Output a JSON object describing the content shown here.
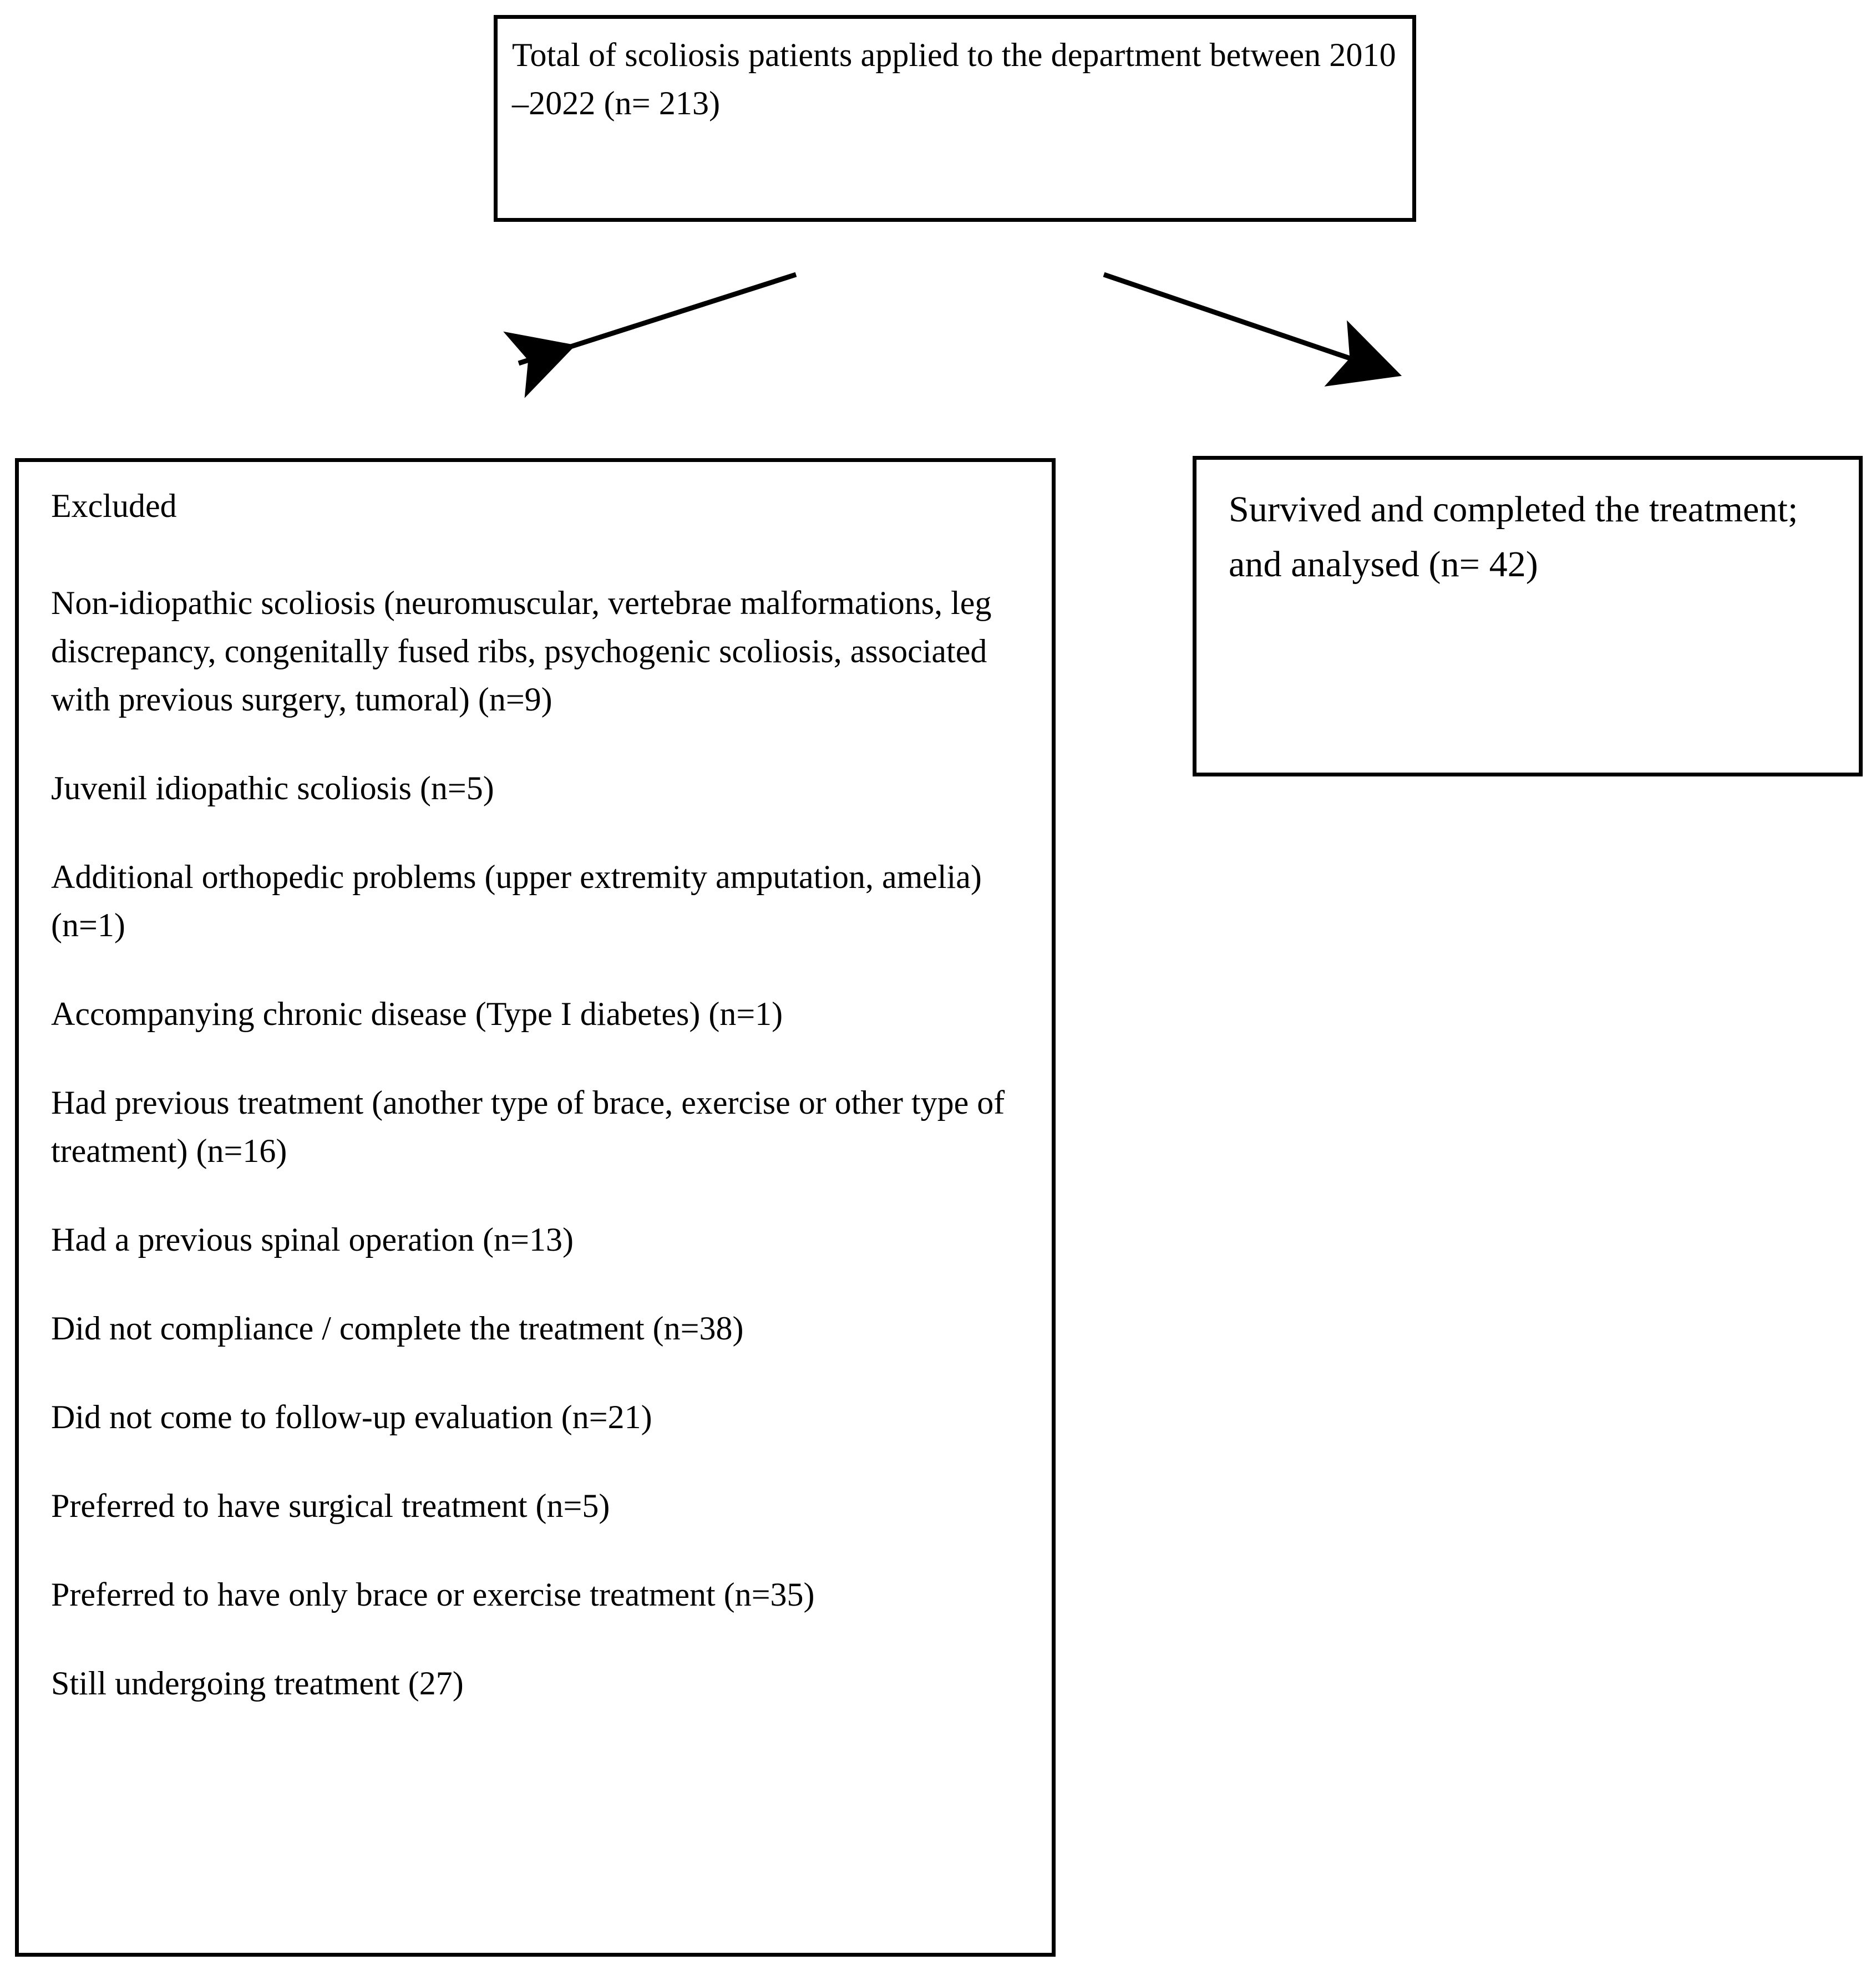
{
  "diagram": {
    "type": "patient-flow-diagram",
    "boxes": {
      "total": {
        "text": "Total of scoliosis patients applied to the department between 2010 –2022 (n= 213)",
        "count": 213,
        "period": "2010 –2022"
      },
      "survived": {
        "text": "Survived and completed the treatment; and analysed (n= 42)",
        "count": 42
      },
      "excluded": {
        "heading": "Excluded",
        "items": [
          "Non-idiopathic scoliosis (neuromuscular, vertebrae malformations, leg discrepancy, congenitally fused ribs, psychogenic scoliosis, associated with previous surgery, tumoral) (n=9)",
          "Juvenil idiopathic scoliosis (n=5)",
          "Additional orthopedic problems (upper extremity amputation, amelia) (n=1)",
          "Accompanying chronic disease (Type I diabetes) (n=1)",
          "Had previous treatment (another type of brace, exercise or other type of treatment) (n=16)",
          "Had a previous spinal operation (n=13)",
          "Did not compliance / complete the treatment (n=38)",
          "Did not come to follow-up evaluation (n=21)",
          "Preferred to have surgical treatment (n=5)",
          "Preferred to have only brace or exercise treatment (n=35)",
          "Still undergoing treatment (27)"
        ],
        "counts": [
          9,
          5,
          1,
          1,
          16,
          13,
          38,
          21,
          5,
          35,
          27
        ]
      }
    },
    "arrows": [
      {
        "name": "arrow-to-excluded",
        "from": "total",
        "to": "excluded",
        "direction": "down-left"
      },
      {
        "name": "arrow-to-survived",
        "from": "total",
        "to": "survived",
        "direction": "down-right"
      }
    ],
    "colors": {
      "stroke": "#000000",
      "background": "#ffffff",
      "text": "#000000"
    }
  }
}
